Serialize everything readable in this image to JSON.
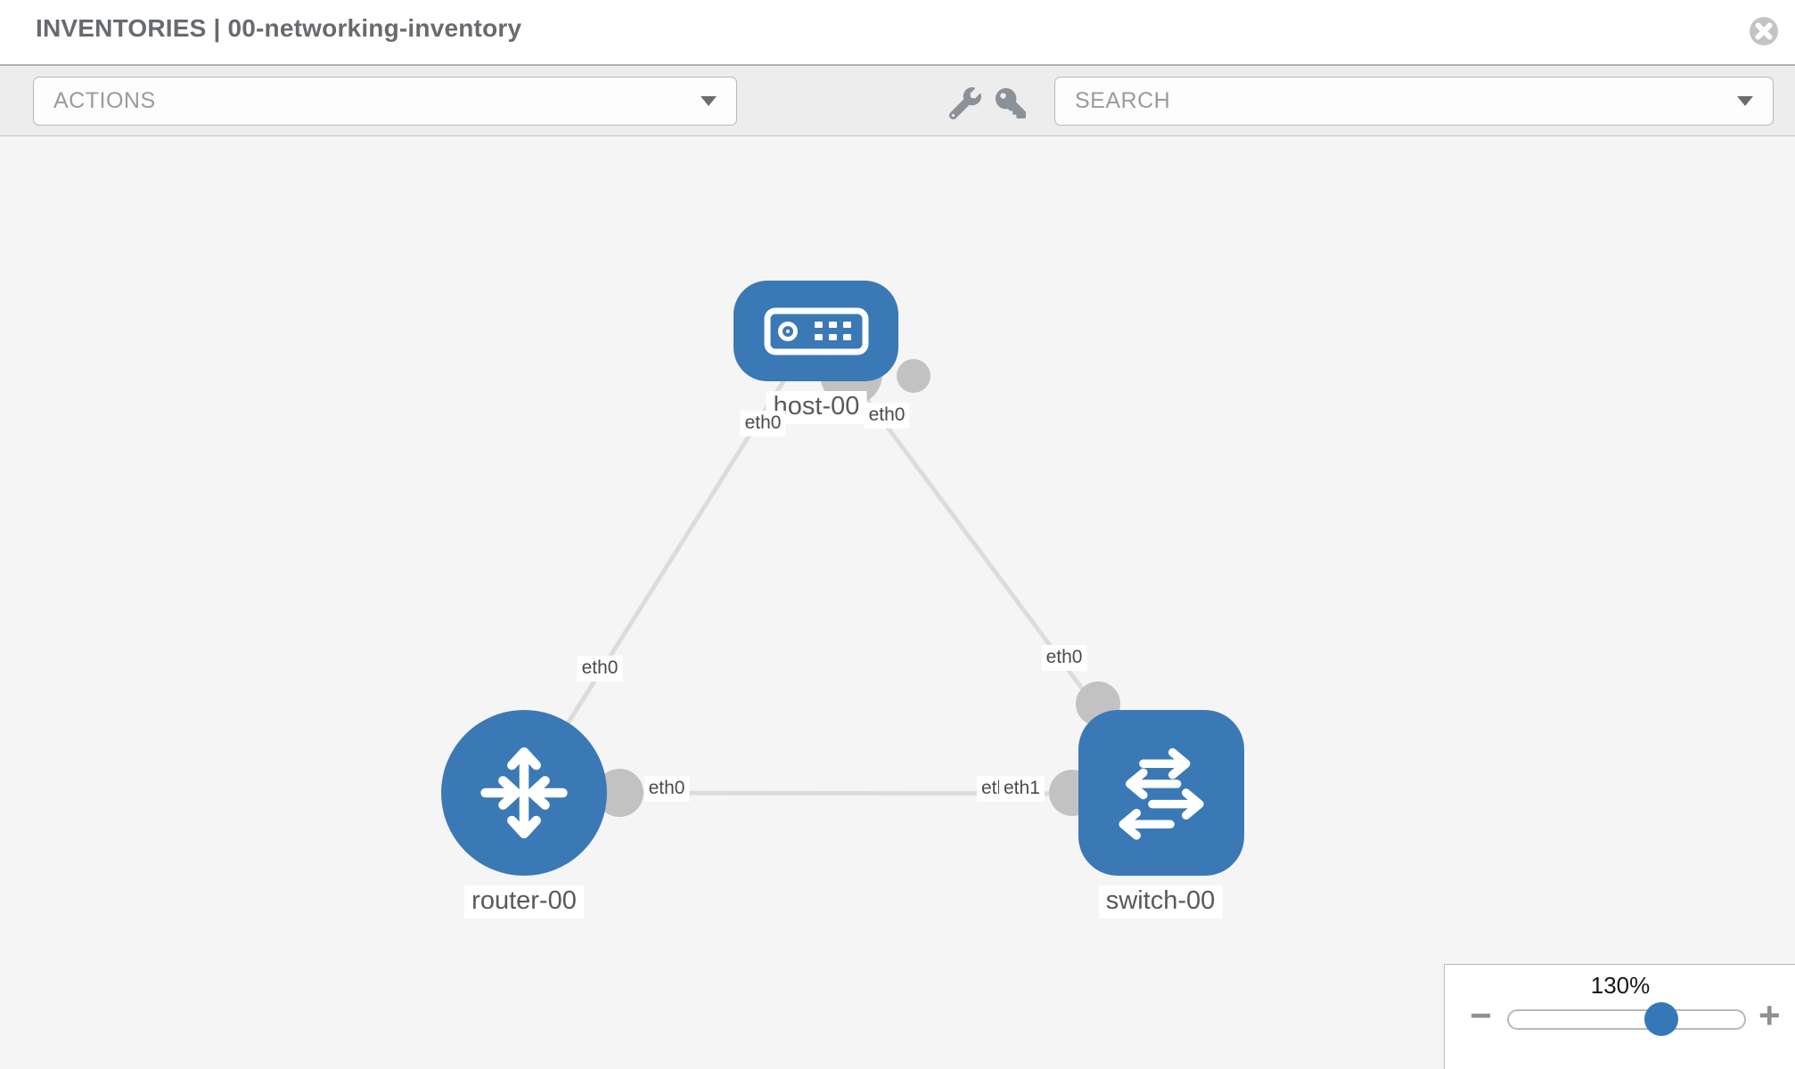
{
  "header": {
    "title": "INVENTORIES | 00-networking-inventory",
    "title_prefix": "INVENTORIES",
    "inventory_name": "00-networking-inventory"
  },
  "toolbar": {
    "actions_placeholder": "ACTIONS",
    "search_placeholder": "SEARCH",
    "icon_buttons": [
      "wrench",
      "key"
    ]
  },
  "topology": {
    "nodes": [
      {
        "label": "host-00",
        "type": "host"
      },
      {
        "label": "router-00",
        "type": "router"
      },
      {
        "label": "switch-00",
        "type": "switch"
      }
    ],
    "links": [
      {
        "from": "host-00",
        "to": "router-00",
        "from_interface": "eth0",
        "to_interface": "eth0"
      },
      {
        "from": "host-00",
        "to": "switch-00",
        "from_interface": "eth0",
        "to_interface": "eth0"
      },
      {
        "from": "router-00",
        "to": "switch-00",
        "from_interface": "eth0",
        "to_interface": "eth1"
      }
    ],
    "interface_labels": {
      "host_router_host_end": "eth0",
      "host_switch_host_end": "eth0",
      "host_router_router_end": "eth0",
      "host_switch_switch_end": "eth0",
      "router_switch_router_end": "eth0",
      "router_switch_switch_end_under": "eth0",
      "router_switch_switch_end": "eth1"
    },
    "colors": {
      "node_blue": "#3a79b5",
      "link_gray": "#dcdcdc",
      "interface_dot_gray": "#c2c2c2"
    }
  },
  "zoom_control": {
    "level": "130%",
    "minus_label": "−",
    "plus_label": "+"
  }
}
